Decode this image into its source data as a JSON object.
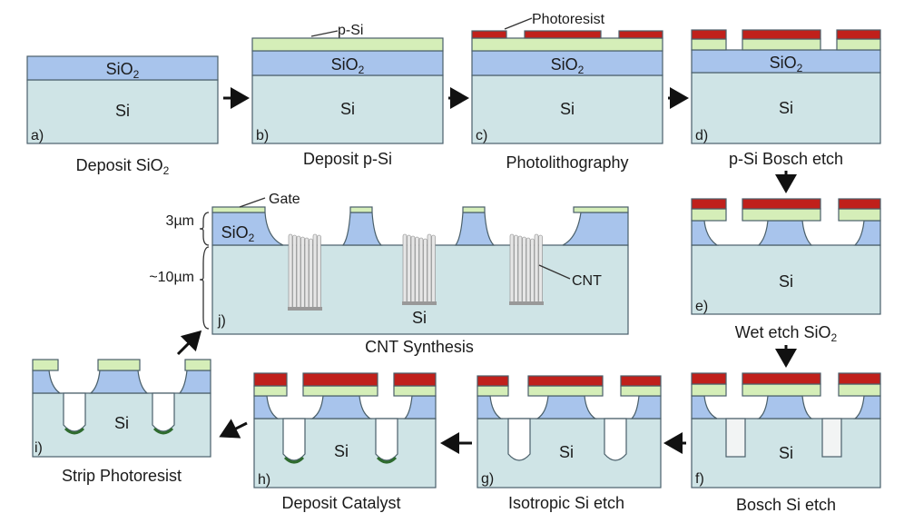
{
  "colors": {
    "si": "#cfe4e6",
    "sio2": "#a8c4ec",
    "psi": "#d5eeb8",
    "photoresist": "#c0201b",
    "catalyst": "#2e6b2e",
    "cnt": "#e6e6e6",
    "outline": "#4a5f6a",
    "arrow": "#111111"
  },
  "icons": {
    "arrow": "arrow-right-icon"
  },
  "annotations": {
    "psi": "p-Si",
    "photoresist": "Photoresist",
    "gate": "Gate",
    "cnt": "CNT",
    "thickness_top": "3µm",
    "thickness_bottom": "~10µm"
  },
  "steps": [
    {
      "letter": "a)",
      "caption": "Deposit SiO",
      "caption_sub": "2",
      "si": "Si",
      "sio2": "SiO",
      "sio2_sub": "2"
    },
    {
      "letter": "b)",
      "caption": "Deposit p-Si",
      "si": "Si",
      "sio2": "SiO",
      "sio2_sub": "2"
    },
    {
      "letter": "c)",
      "caption": "Photolithography",
      "si": "Si",
      "sio2": "SiO",
      "sio2_sub": "2"
    },
    {
      "letter": "d)",
      "caption": "p-Si Bosch etch",
      "si": "Si",
      "sio2": "SiO",
      "sio2_sub": "2"
    },
    {
      "letter": "e)",
      "caption": "Wet etch SiO",
      "caption_sub": "2",
      "si": "Si"
    },
    {
      "letter": "f)",
      "caption": "Bosch Si etch",
      "si": "Si"
    },
    {
      "letter": "g)",
      "caption": "Isotropic Si etch",
      "si": "Si"
    },
    {
      "letter": "h)",
      "caption": "Deposit Catalyst",
      "si": "Si"
    },
    {
      "letter": "i)",
      "caption": "Strip Photoresist",
      "si": "Si"
    },
    {
      "letter": "j)",
      "caption": "CNT Synthesis",
      "si": "Si",
      "sio2": "SiO",
      "sio2_sub": "2"
    }
  ]
}
